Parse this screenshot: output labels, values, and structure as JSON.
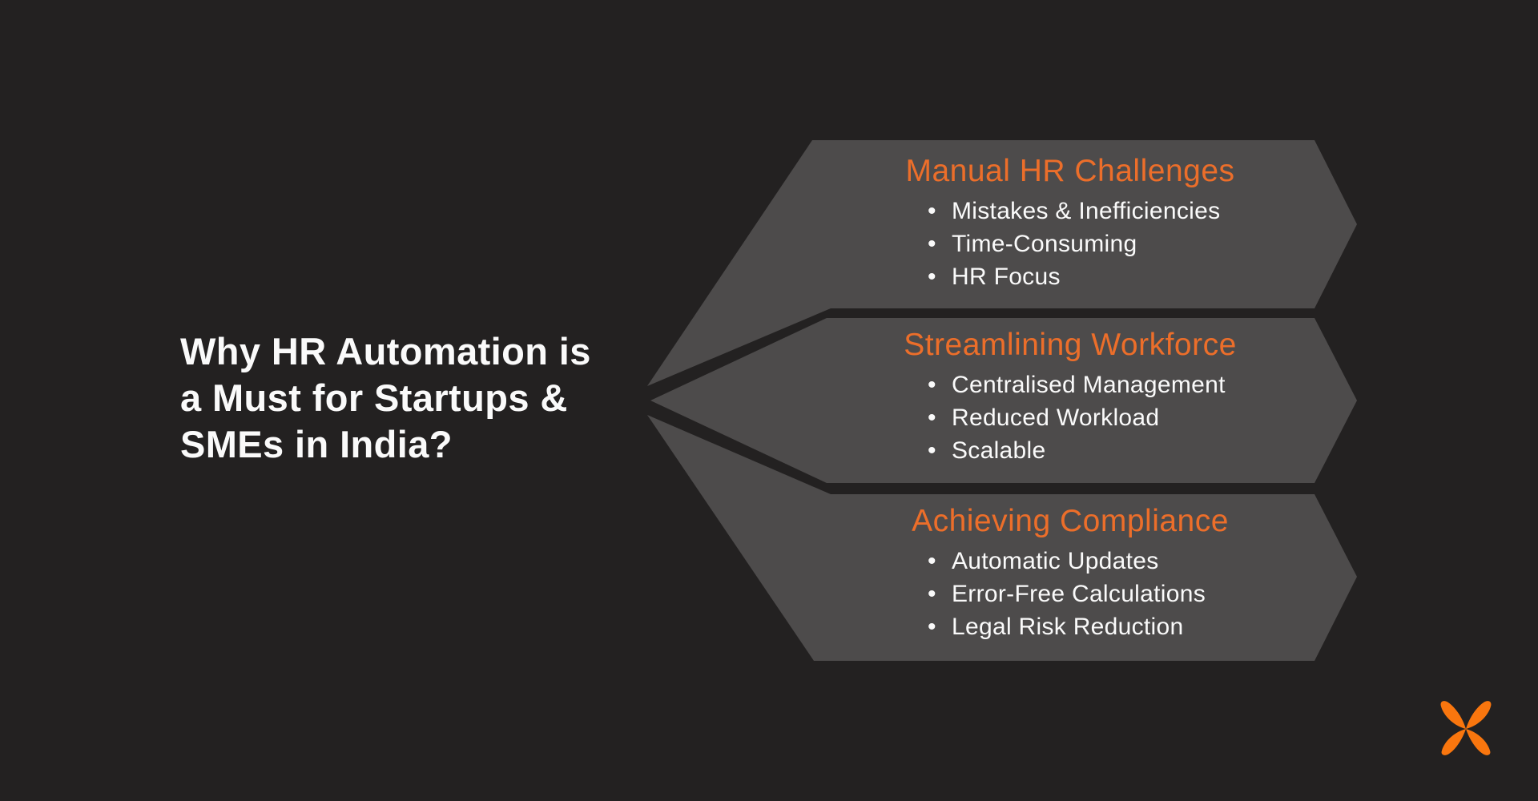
{
  "title": {
    "lines": [
      "Why HR Automation is",
      "a Must for Startups &",
      "SMEs in India?"
    ]
  },
  "panels": [
    {
      "heading": "Manual HR Challenges",
      "bullets": [
        "Mistakes & Inefficiencies",
        "Time-Consuming",
        "HR Focus"
      ]
    },
    {
      "heading": "Streamlining Workforce",
      "bullets": [
        "Centralised Management",
        "Reduced Workload",
        "Scalable"
      ]
    },
    {
      "heading": "Achieving Compliance",
      "bullets": [
        "Automatic Updates",
        "Error-Free Calculations",
        "Legal Risk Reduction"
      ]
    }
  ],
  "bullet_glyph": "•",
  "logo": {
    "label": "butterfly logo"
  },
  "colors": {
    "bg": "#232121",
    "panel": "#4d4b4b",
    "accent": "#ec6e2a",
    "text": "#fafafa",
    "logo": "#f9760e"
  }
}
